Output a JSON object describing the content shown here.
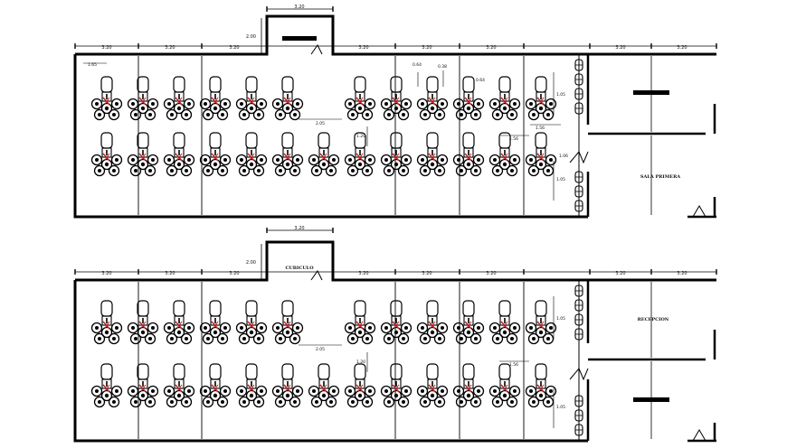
{
  "plans": [
    {
      "id": "upper",
      "dimensions": {
        "top_segments": [
          "3.20",
          "3.20",
          "3.20",
          "3.20",
          "3.20",
          "3.20",
          "3.20",
          "3.20"
        ],
        "cubicle_width": "3.20",
        "cubicle_depth": "2.00",
        "side_small": "1.65",
        "aisle_width": "2.05",
        "center_gap": "1.20",
        "desk_a": "0.64",
        "desk_b": "0.38",
        "desk_c": "0.64",
        "station_height_top": "1.05",
        "station_width_right": "1.56",
        "station_width_low": "1.56",
        "door_opening": "1.06",
        "station_height_bottom": "1.05"
      },
      "room_labels": {
        "cubicle": "",
        "right_top": "",
        "right_bottom": "SALA PRIMERA"
      }
    },
    {
      "id": "lower",
      "dimensions": {
        "top_segments": [
          "3.20",
          "3.20",
          "3.20",
          "3.20",
          "3.20",
          "3.20",
          "3.20",
          "3.20"
        ],
        "cubicle_width": "3.20",
        "cubicle_depth": "2.00",
        "aisle_width": "2.05",
        "center_gap": "1.20",
        "station_height_top": "1.05",
        "station_width_low": "1.56",
        "station_height_bottom": "1.05"
      },
      "room_labels": {
        "cubicle": "CUBICULO",
        "right_top": "RECEPCION",
        "right_bottom": ""
      }
    }
  ]
}
